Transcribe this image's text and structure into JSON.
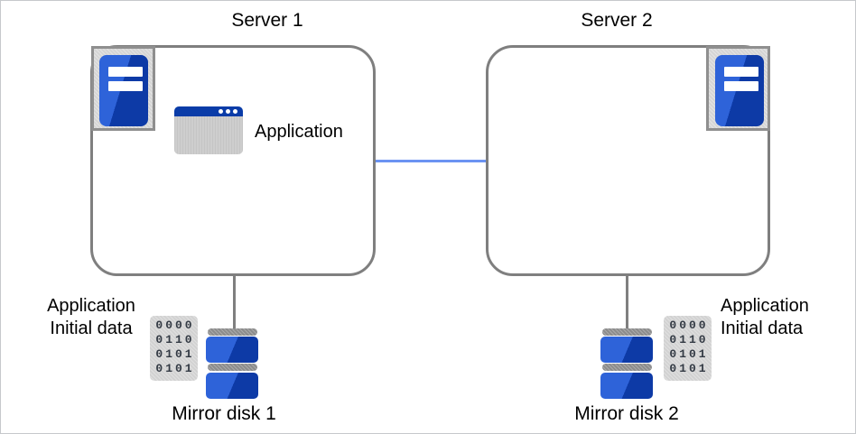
{
  "colors": {
    "server_blue_dark": "#0d3aa6",
    "server_blue_light": "#2e63d9",
    "link_blue": "#6b93f2",
    "border_gray": "#7f7f7f",
    "connector_gray": "#7f7f7f",
    "icon_bg_gray": "#d5d5d5",
    "icon_border_gray": "#8f8f8f",
    "window_title_blue": "#0a3ca8",
    "disk_bar_gray": "#8c8c8c",
    "binary_bg": "#d2d2d2",
    "binary_digit": "#333a44"
  },
  "server1": {
    "title": "Server 1",
    "app_label": "Application",
    "icons": {
      "corner": "server-tower-icon",
      "app": "application-window-icon"
    }
  },
  "server2": {
    "title": "Server 2",
    "icons": {
      "corner": "server-tower-icon"
    }
  },
  "link": {
    "icon": "server-link-line"
  },
  "disk1": {
    "label": "Mirror disk 1",
    "icon": "mirror-disk-icon"
  },
  "disk2": {
    "label": "Mirror disk 2",
    "icon": "mirror-disk-icon"
  },
  "data1": {
    "line1": "Application",
    "line2": "Initial data",
    "icon": "binary-data-icon",
    "rows": [
      "0000",
      "0110",
      "0101",
      "0101"
    ]
  },
  "data2": {
    "line1": "Application",
    "line2": "Initial data",
    "icon": "binary-data-icon",
    "rows": [
      "0000",
      "0110",
      "0101",
      "0101"
    ]
  }
}
